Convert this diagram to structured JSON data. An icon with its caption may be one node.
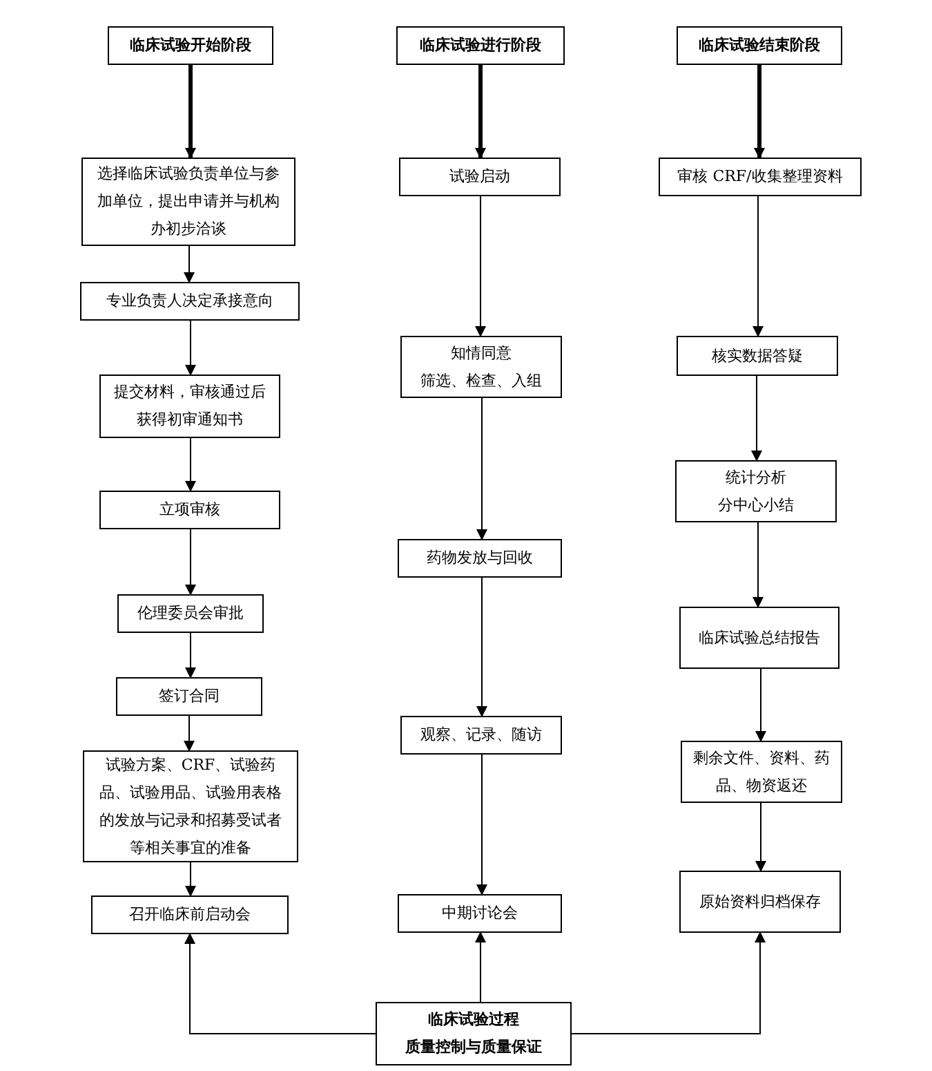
{
  "diagram": {
    "nodes": [
      {
        "text": [
          "临床试验开始阶段"
        ]
      },
      {
        "text": [
          "选择临床试验负责单位与参加单位，提出申请并与机构办初步洽谈"
        ]
      },
      {
        "text": [
          "专业负责人决定承接意向"
        ]
      },
      {
        "text": [
          "提交材料，审核通过后获得初审通知书"
        ]
      },
      {
        "text": [
          "立项审核"
        ]
      },
      {
        "text": [
          "伦理委员会审批"
        ]
      },
      {
        "text": [
          "签订合同"
        ]
      },
      {
        "text": [
          "试验方案、CRF、试验药品、试验用品、试验用表格的发放与记录和招募受试者等相关事宜的准备"
        ]
      },
      {
        "text": [
          "召开临床前启动会"
        ]
      },
      {
        "text": [
          "临床试验进行阶段"
        ]
      },
      {
        "text": [
          "试验启动"
        ]
      },
      {
        "text": [
          "知情同意",
          "筛选、检查、入组"
        ]
      },
      {
        "text": [
          "药物发放与回收"
        ]
      },
      {
        "text": [
          "观察、记录、随访"
        ]
      },
      {
        "text": [
          "中期讨论会"
        ]
      },
      {
        "text": [
          "临床试验结束阶段"
        ]
      },
      {
        "text": [
          "审核 CRF/收集整理资料"
        ]
      },
      {
        "text": [
          "核实数据答疑"
        ]
      },
      {
        "text": [
          "统计分析",
          "分中心小结"
        ]
      },
      {
        "text": [
          "临床试验总结报告"
        ]
      },
      {
        "text": [
          "剩余文件、资料、药品、物资返还"
        ]
      },
      {
        "text": [
          "原始资料归档保存"
        ]
      },
      {
        "text": [
          "临床试验过程",
          "质量控制与质量保证"
        ]
      }
    ],
    "edges": [
      {
        "from": 0,
        "to": 1,
        "arrow": "to",
        "style": "thick"
      },
      {
        "from": 1,
        "to": 2,
        "arrow": "to"
      },
      {
        "from": 2,
        "to": 3,
        "arrow": "to"
      },
      {
        "from": 3,
        "to": 4,
        "arrow": "to"
      },
      {
        "from": 4,
        "to": 5,
        "arrow": "to"
      },
      {
        "from": 5,
        "to": 6,
        "arrow": "to"
      },
      {
        "from": 6,
        "to": 7,
        "arrow": "to"
      },
      {
        "from": 7,
        "to": 8,
        "arrow": "to"
      },
      {
        "from": 9,
        "to": 10,
        "arrow": "to",
        "style": "thick"
      },
      {
        "from": 10,
        "to": 11,
        "arrow": "to"
      },
      {
        "from": 11,
        "to": 12,
        "arrow": "to"
      },
      {
        "from": 12,
        "to": 13,
        "arrow": "to"
      },
      {
        "from": 13,
        "to": 14,
        "arrow": "to"
      },
      {
        "from": 15,
        "to": 16,
        "arrow": "to",
        "style": "thick"
      },
      {
        "from": 16,
        "to": 17,
        "arrow": "to"
      },
      {
        "from": 17,
        "to": 18,
        "arrow": "to"
      },
      {
        "from": 18,
        "to": 19,
        "arrow": "to"
      },
      {
        "from": 19,
        "to": 20,
        "arrow": "to"
      },
      {
        "from": 20,
        "to": 21,
        "arrow": "to"
      },
      {
        "from": 22,
        "to": 8,
        "arrow": "to"
      },
      {
        "from": 22,
        "to": 14,
        "arrow": "to"
      },
      {
        "from": 22,
        "to": 21,
        "arrow": "to"
      }
    ]
  }
}
